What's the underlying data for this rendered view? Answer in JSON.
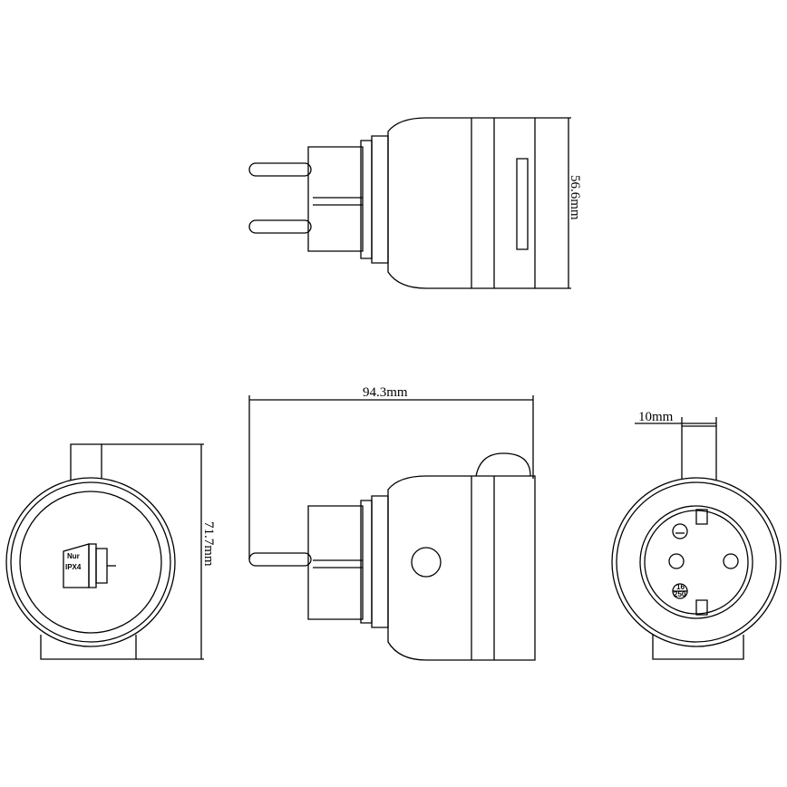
{
  "dimensions": {
    "height_top_view": "56.6mm",
    "length": "94.3mm",
    "height_front_view": "71.7mm",
    "tab_width": "10mm"
  },
  "markings": {
    "plug_label_line1": "Nur",
    "plug_label_line2": "IPX4",
    "socket_rating_current": "16",
    "socket_rating_voltage": "250"
  }
}
